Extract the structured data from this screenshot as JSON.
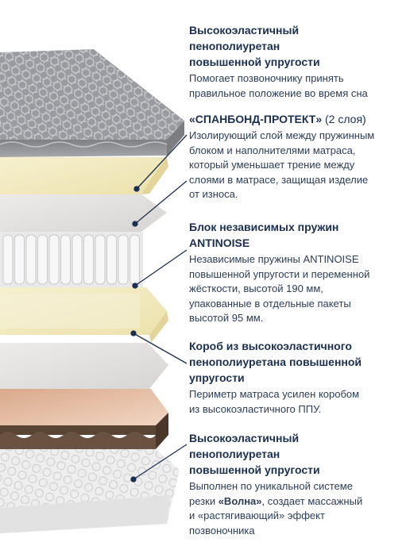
{
  "blocks": [
    {
      "title_lines": [
        "Высокоэластичный",
        "пенополиуретан",
        "повышенной упругости"
      ],
      "desc_lines": [
        "Помогает позвоночнику принять",
        "правильное положение во время сна"
      ]
    },
    {
      "title_bold": "«СПАНБОНД-ПРОТЕКТ»",
      "title_plain": " (2 слоя)",
      "desc_lines": [
        "Изолирующий слой между пружинным",
        "блоком и наполнителями матраса,",
        "который уменьшает трение между",
        "слоями в матрасе, защищая изделие",
        "от износа."
      ]
    },
    {
      "title_lines": [
        "Блок независимых пружин",
        "ANTINOISE"
      ],
      "desc_lines": [
        "Независимые пружины ANTINOISE",
        "повышенной упругости и переменной",
        "жёсткости, высотой 190 мм,",
        "упакованные в отдельные пакеты",
        "высотой 95 мм."
      ]
    },
    {
      "title_lines": [
        "Короб из высокоэластичного",
        "пенополиуретана повышенной",
        "упругости"
      ],
      "desc_lines": [
        "Периметр матраса усилен коробом",
        "из высокоэластичного ППУ."
      ]
    },
    {
      "title_lines": [
        "Высокоэластичный",
        "пенополиуретан",
        "повышенной упругости"
      ],
      "desc_line1": "Выполнен по уникальной  системе",
      "desc_line2_pre": "резки  ",
      "desc_line2_bold": "«Волна»",
      "desc_line2_post": ", создает массажный",
      "desc_line3": "и «растягивающий» эффект",
      "desc_line4": "позвоночника"
    }
  ],
  "colors": {
    "text_dark": "#1b2f50",
    "quilt_gray": "#8e8f93",
    "foam_cream": "#f3ecc6",
    "spunbond": "#e6e4e3",
    "springs": "#eeeeef",
    "brown_base": "#5a4434",
    "peach": "#e6bfa5"
  }
}
